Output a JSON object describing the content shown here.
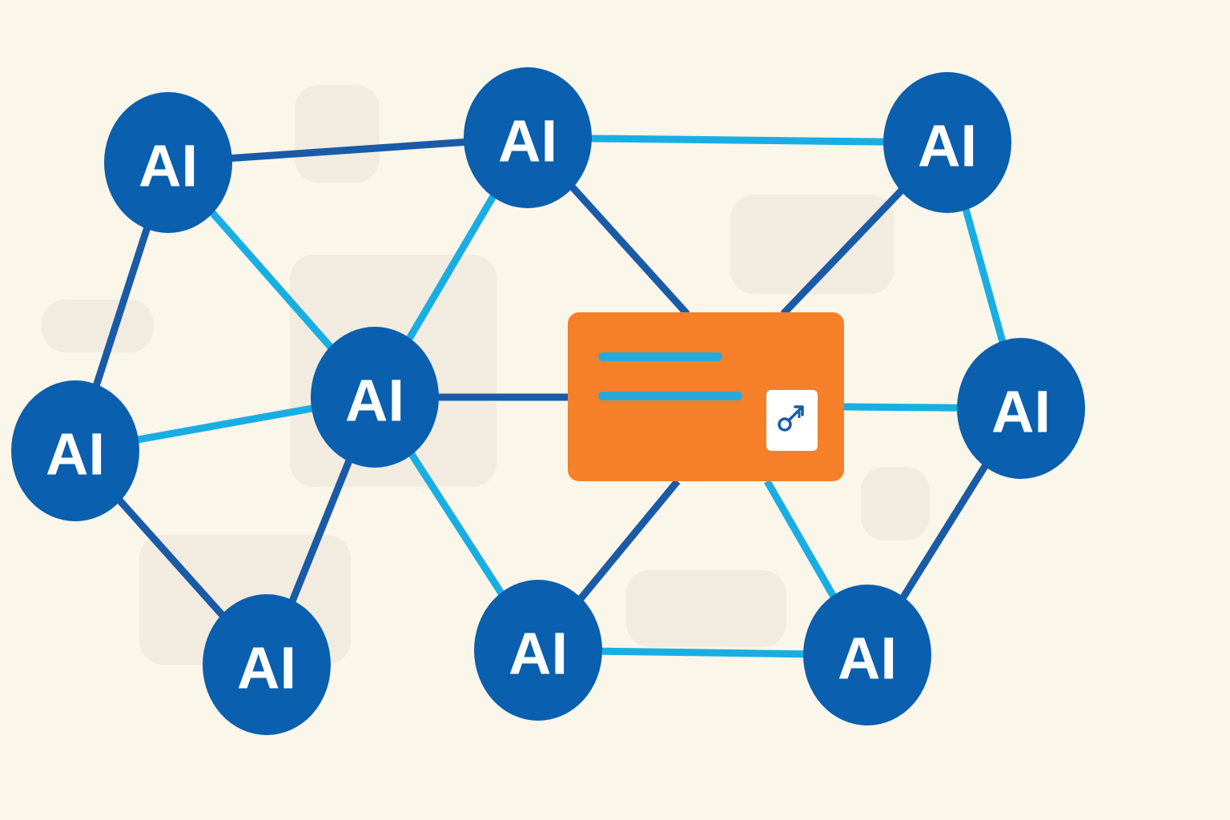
{
  "diagram": {
    "colors": {
      "background": "#fbf6ea",
      "node_fill": "#0a5fae",
      "node_text": "#ffffff",
      "edge_dark": "#1a5ba8",
      "edge_light": "#19aee3",
      "card_fill": "#f6802a",
      "card_line": "#29a9d9",
      "badge_fill": "#ffffff",
      "badge_icon": "#1a5ba8",
      "ghost_shape": "#f2ece0"
    },
    "nodes": [
      {
        "id": "n1",
        "label": "AI"
      },
      {
        "id": "n2",
        "label": "AI"
      },
      {
        "id": "n3",
        "label": "AI"
      },
      {
        "id": "n4",
        "label": "AI"
      },
      {
        "id": "n5",
        "label": "AI"
      },
      {
        "id": "n6",
        "label": "AI"
      },
      {
        "id": "n7",
        "label": "AI"
      },
      {
        "id": "n8",
        "label": "AI"
      },
      {
        "id": "n9",
        "label": "AI"
      }
    ],
    "edges": [
      {
        "from": "n1",
        "to": "n2",
        "tone": "dark"
      },
      {
        "from": "n2",
        "to": "n3",
        "tone": "light"
      },
      {
        "from": "n1",
        "to": "n4",
        "tone": "dark"
      },
      {
        "from": "n1",
        "to": "n5",
        "tone": "light"
      },
      {
        "from": "n2",
        "to": "n5",
        "tone": "light"
      },
      {
        "from": "n2",
        "to": "card",
        "tone": "dark"
      },
      {
        "from": "n3",
        "to": "card",
        "tone": "dark"
      },
      {
        "from": "n3",
        "to": "n6",
        "tone": "light"
      },
      {
        "from": "n4",
        "to": "n5",
        "tone": "light"
      },
      {
        "from": "n5",
        "to": "card",
        "tone": "dark"
      },
      {
        "from": "card",
        "to": "n6",
        "tone": "light"
      },
      {
        "from": "n4",
        "to": "n7",
        "tone": "dark"
      },
      {
        "from": "n5",
        "to": "n7",
        "tone": "dark"
      },
      {
        "from": "n5",
        "to": "n8",
        "tone": "light"
      },
      {
        "from": "card",
        "to": "n8",
        "tone": "dark"
      },
      {
        "from": "card",
        "to": "n9",
        "tone": "light"
      },
      {
        "from": "n8",
        "to": "n9",
        "tone": "light"
      },
      {
        "from": "n6",
        "to": "n9",
        "tone": "dark"
      }
    ],
    "card": {
      "lines": 2,
      "badge_icon": "key-icon"
    }
  }
}
